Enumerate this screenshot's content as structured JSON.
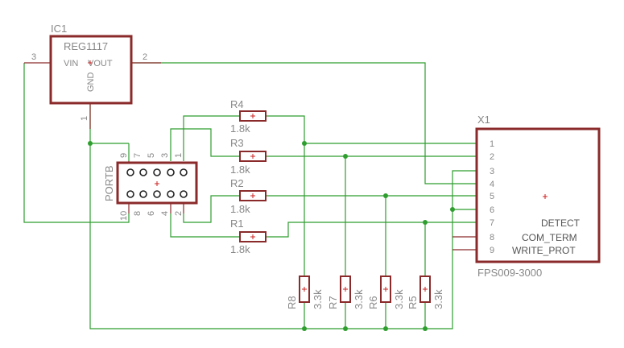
{
  "ic1": {
    "name": "IC1",
    "value": "REG1117",
    "pin_vin": "VIN",
    "pin_vout": "VOUT",
    "pin_gnd": "GND",
    "pin3": "3",
    "pin2": "2",
    "pin1": "1"
  },
  "portb": {
    "name": "PORTB",
    "top_pins": [
      "9",
      "7",
      "5",
      "3",
      "1"
    ],
    "bottom_pins": [
      "10",
      "8",
      "6",
      "4",
      "2"
    ]
  },
  "resistors_h": [
    {
      "name": "R4",
      "value": "1.8k"
    },
    {
      "name": "R3",
      "value": "1.8k"
    },
    {
      "name": "R2",
      "value": "1.8k"
    },
    {
      "name": "R1",
      "value": "1.8k"
    }
  ],
  "resistors_v": [
    {
      "name": "R8",
      "value": "3.3k"
    },
    {
      "name": "R7",
      "value": "3.3k"
    },
    {
      "name": "R6",
      "value": "3.3k"
    },
    {
      "name": "R5",
      "value": "3.3k"
    }
  ],
  "x1": {
    "name": "X1",
    "value": "FPS009-3000",
    "pins": [
      "1",
      "2",
      "3",
      "4",
      "5",
      "6",
      "7",
      "8",
      "9"
    ],
    "labels": {
      "p7": "DETECT",
      "p8": "COM_TERM",
      "p9": "WRITE_PROT"
    }
  }
}
